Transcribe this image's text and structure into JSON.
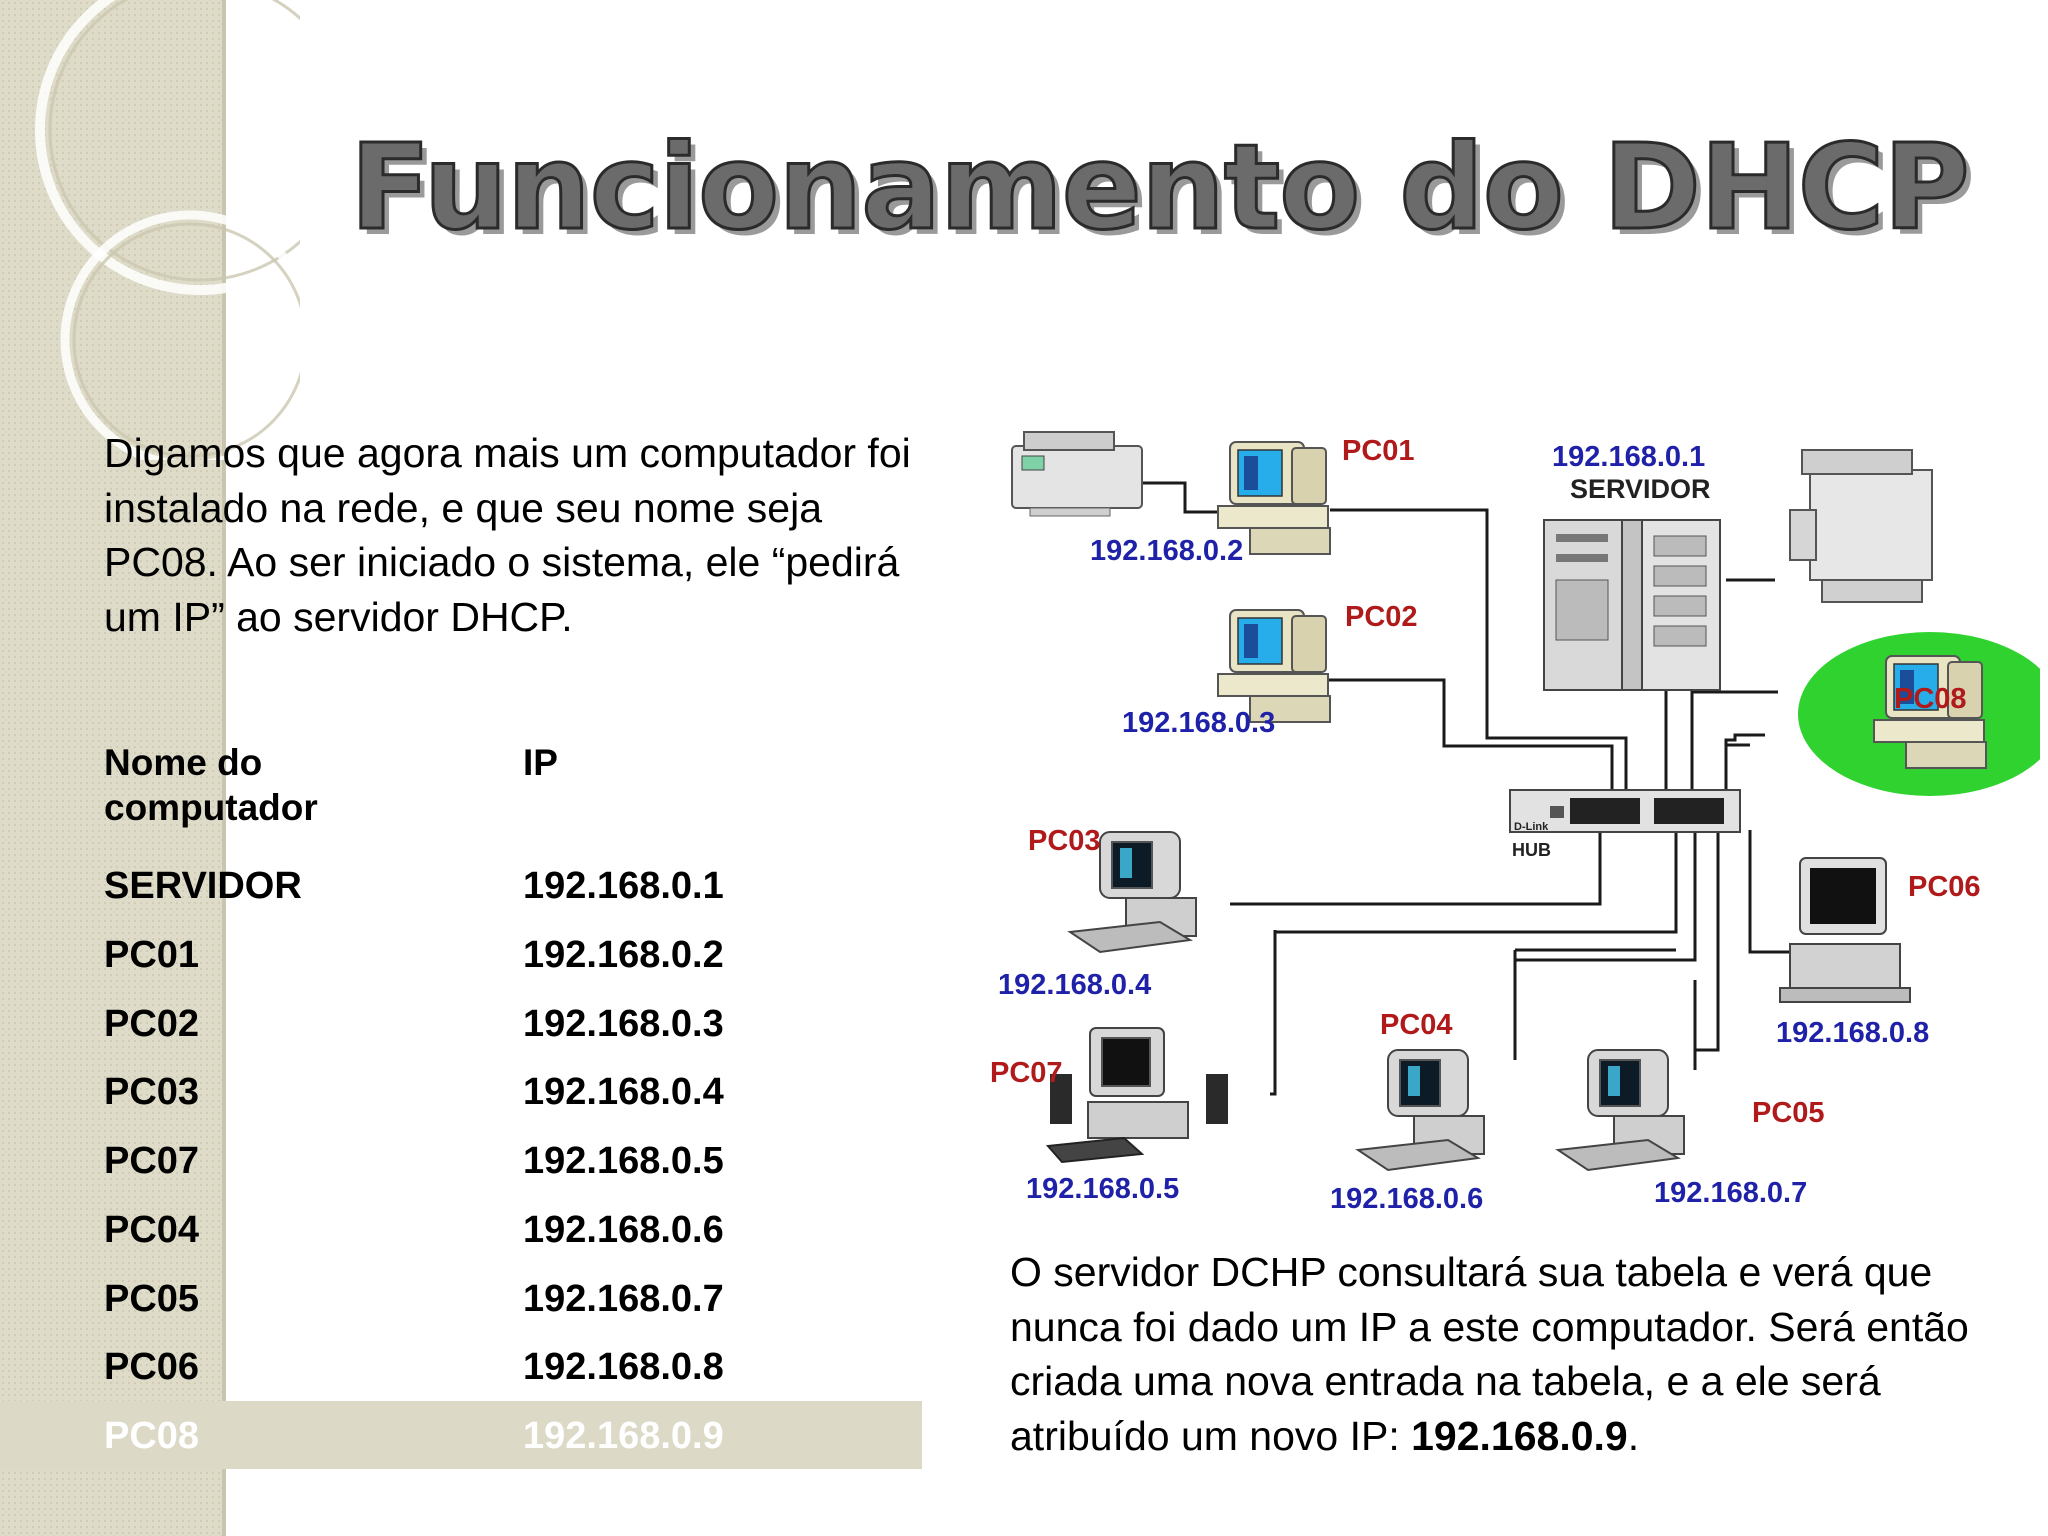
{
  "slide": {
    "title": "Funcionamento do DHCP",
    "intro": "Digamos que agora mais um computador foi instalado na rede, e que seu nome seja PC08. Ao ser iniciado o sistema, ele “pedirá um IP” ao servidor DHCP.",
    "outro_text": "O servidor DCHP consultará sua tabela e verá que nunca foi dado um IP a este computador. Será então criada uma nova entrada na tabela, e a ele será atribuído um novo IP: ",
    "outro_ip": "192.168.0.9",
    "outro_end": "."
  },
  "table": {
    "header": [
      "Nome do computador",
      "IP"
    ],
    "rows": [
      {
        "name": "SERVIDOR",
        "ip": "192.168.0.1"
      },
      {
        "name": "PC01",
        "ip": "192.168.0.2"
      },
      {
        "name": "PC02",
        "ip": "192.168.0.3"
      },
      {
        "name": "PC03",
        "ip": "192.168.0.4"
      },
      {
        "name": "PC07",
        "ip": "192.168.0.5"
      },
      {
        "name": "PC04",
        "ip": "192.168.0.6"
      },
      {
        "name": "PC05",
        "ip": "192.168.0.7"
      },
      {
        "name": "PC06",
        "ip": "192.168.0.8"
      },
      {
        "name": "PC08",
        "ip": "192.168.0.9",
        "highlight": true
      }
    ]
  },
  "diagram": {
    "server_ip": "192.168.0.1",
    "server_label": "SERVIDOR",
    "hub_label": "HUB",
    "hub_brand": "D-Link",
    "nodes": [
      {
        "pc": "PC01",
        "ip": "192.168.0.2"
      },
      {
        "pc": "PC02",
        "ip": "192.168.0.3"
      },
      {
        "pc": "PC03",
        "ip": "192.168.0.4"
      },
      {
        "pc": "PC07",
        "ip": "192.168.0.5"
      },
      {
        "pc": "PC04",
        "ip": "192.168.0.6"
      },
      {
        "pc": "PC05",
        "ip": "192.168.0.7"
      },
      {
        "pc": "PC06",
        "ip": "192.168.0.8"
      },
      {
        "pc": "PC08"
      }
    ],
    "colors": {
      "ip_label": "#1f22a8",
      "pc_label": "#b01a1a",
      "new_pc_highlight": "#2fd22f"
    }
  }
}
